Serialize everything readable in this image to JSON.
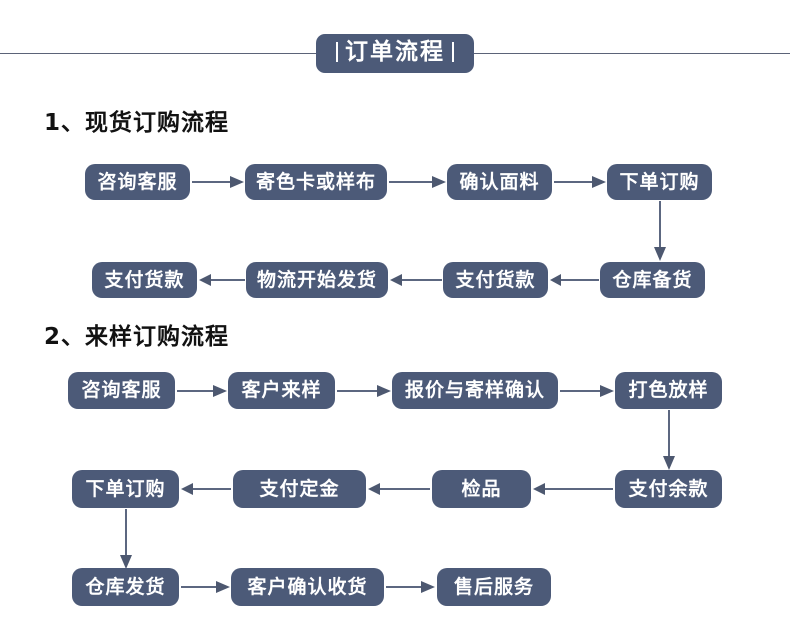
{
  "header": {
    "title": "订单流程",
    "tick_glyph": "|",
    "accent_color": "#4c5a78",
    "rule_color": "#5b6378"
  },
  "sections": [
    {
      "heading": "1、现货订购流程",
      "nodes": [
        {
          "id": "s1n1",
          "label": "咨询客服"
        },
        {
          "id": "s1n2",
          "label": "寄色卡或样布"
        },
        {
          "id": "s1n3",
          "label": "确认面料"
        },
        {
          "id": "s1n4",
          "label": "下单订购"
        },
        {
          "id": "s1n5",
          "label": "仓库备货"
        },
        {
          "id": "s1n6",
          "label": "支付货款"
        },
        {
          "id": "s1n7",
          "label": "物流开始发货"
        },
        {
          "id": "s1n8",
          "label": "支付货款"
        }
      ],
      "flow": [
        "咨询客服 → 寄色卡或样布",
        "寄色卡或样布 → 确认面料",
        "确认面料 → 下单订购",
        "下单订购 ↓ 仓库备货",
        "仓库备货 ← 支付货款",
        "支付货款 ← 物流开始发货",
        "物流开始发货 ← 支付货款"
      ]
    },
    {
      "heading": "2、来样订购流程",
      "nodes": [
        {
          "id": "s2n1",
          "label": "咨询客服"
        },
        {
          "id": "s2n2",
          "label": "客户来样"
        },
        {
          "id": "s2n3",
          "label": "报价与寄样确认"
        },
        {
          "id": "s2n4",
          "label": "打色放样"
        },
        {
          "id": "s2n5",
          "label": "支付余款"
        },
        {
          "id": "s2n6",
          "label": "检品"
        },
        {
          "id": "s2n7",
          "label": "支付定金"
        },
        {
          "id": "s2n8",
          "label": "下单订购"
        },
        {
          "id": "s2n9",
          "label": "仓库发货"
        },
        {
          "id": "s2n10",
          "label": "客户确认收货"
        },
        {
          "id": "s2n11",
          "label": "售后服务"
        }
      ],
      "flow": [
        "咨询客服 → 客户来样",
        "客户来样 → 报价与寄样确认",
        "报价与寄样确认 → 打色放样",
        "打色放样 ↓ 支付余款",
        "支付余款 ← 检品",
        "检品 ← 支付定金",
        "支付定金 ← 下单订购",
        "下单订购 ↓ 仓库发货",
        "仓库发货 → 客户确认收货",
        "客户确认收货 → 售后服务"
      ]
    }
  ]
}
